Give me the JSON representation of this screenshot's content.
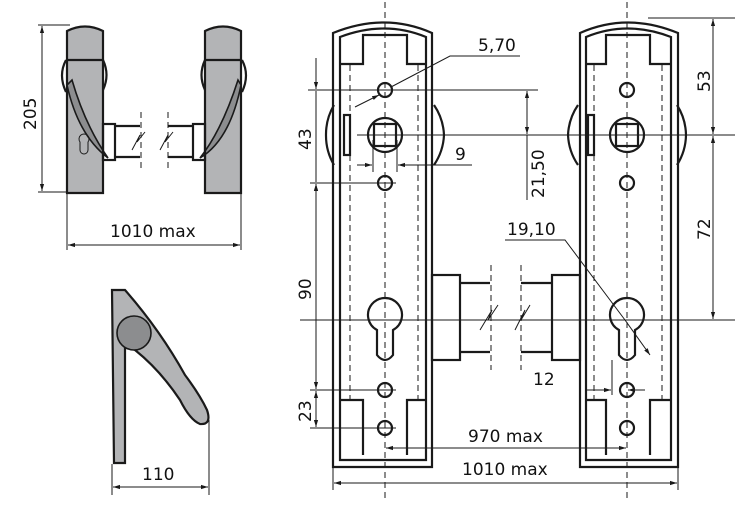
{
  "title": "Lever handle set technical drawing",
  "dimensions": {
    "handle_height": "205",
    "handle_width_front": "1010 max",
    "lever_depth": "110",
    "hole_diameter": "5,70",
    "square_spindle": "9",
    "hole_spacing_vertical": "43",
    "spindle_offset": "21,50",
    "cylinder_distance": "90",
    "bottom_hole_spacing": "23",
    "top_to_spindle": "53",
    "spindle_to_cylinder": "72",
    "cylinder_diameter": "19,10",
    "cylinder_width": "12",
    "inner_distance": "970 max",
    "overall_width": "1010 max"
  },
  "colors": {
    "handle_fill": "#b3b4b6",
    "line": "#1a1a1a"
  }
}
